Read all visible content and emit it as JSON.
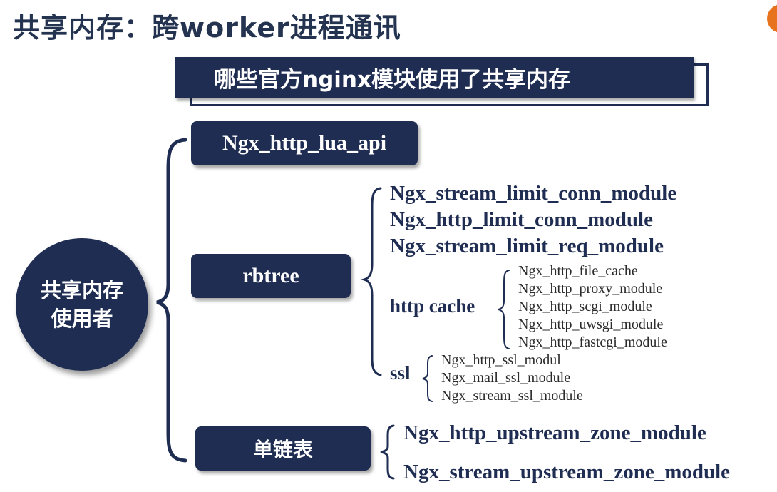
{
  "slide": {
    "title": "共享内存：跨worker进程通讯",
    "subtitle": "哪些官方nginx模块使用了共享内存"
  },
  "root": {
    "line1": "共享内存",
    "line2": "使用者"
  },
  "categories": {
    "lua": {
      "label": "Ngx_http_lua_api"
    },
    "rbtree": {
      "label": "rbtree",
      "modules": [
        "Ngx_stream_limit_conn_module",
        "Ngx_http_limit_conn_module",
        "Ngx_stream_limit_req_module"
      ],
      "http_cache": {
        "label": "http cache",
        "modules": [
          "Ngx_http_file_cache",
          "Ngx_http_proxy_module",
          "Ngx_http_scgi_module",
          "Ngx_http_uwsgi_module",
          "Ngx_http_fastcgi_module"
        ]
      },
      "ssl": {
        "label": "ssl",
        "modules": [
          "Ngx_http_ssl_modul",
          "Ngx_mail_ssl_module",
          "Ngx_stream_ssl_module"
        ]
      }
    },
    "linked_list": {
      "label": "单链表",
      "modules": [
        "Ngx_http_upstream_zone_module",
        "Ngx_stream_upstream_zone_module"
      ]
    }
  },
  "colors": {
    "navy": "#1f2d52",
    "accent_orange": "#e8731f"
  }
}
